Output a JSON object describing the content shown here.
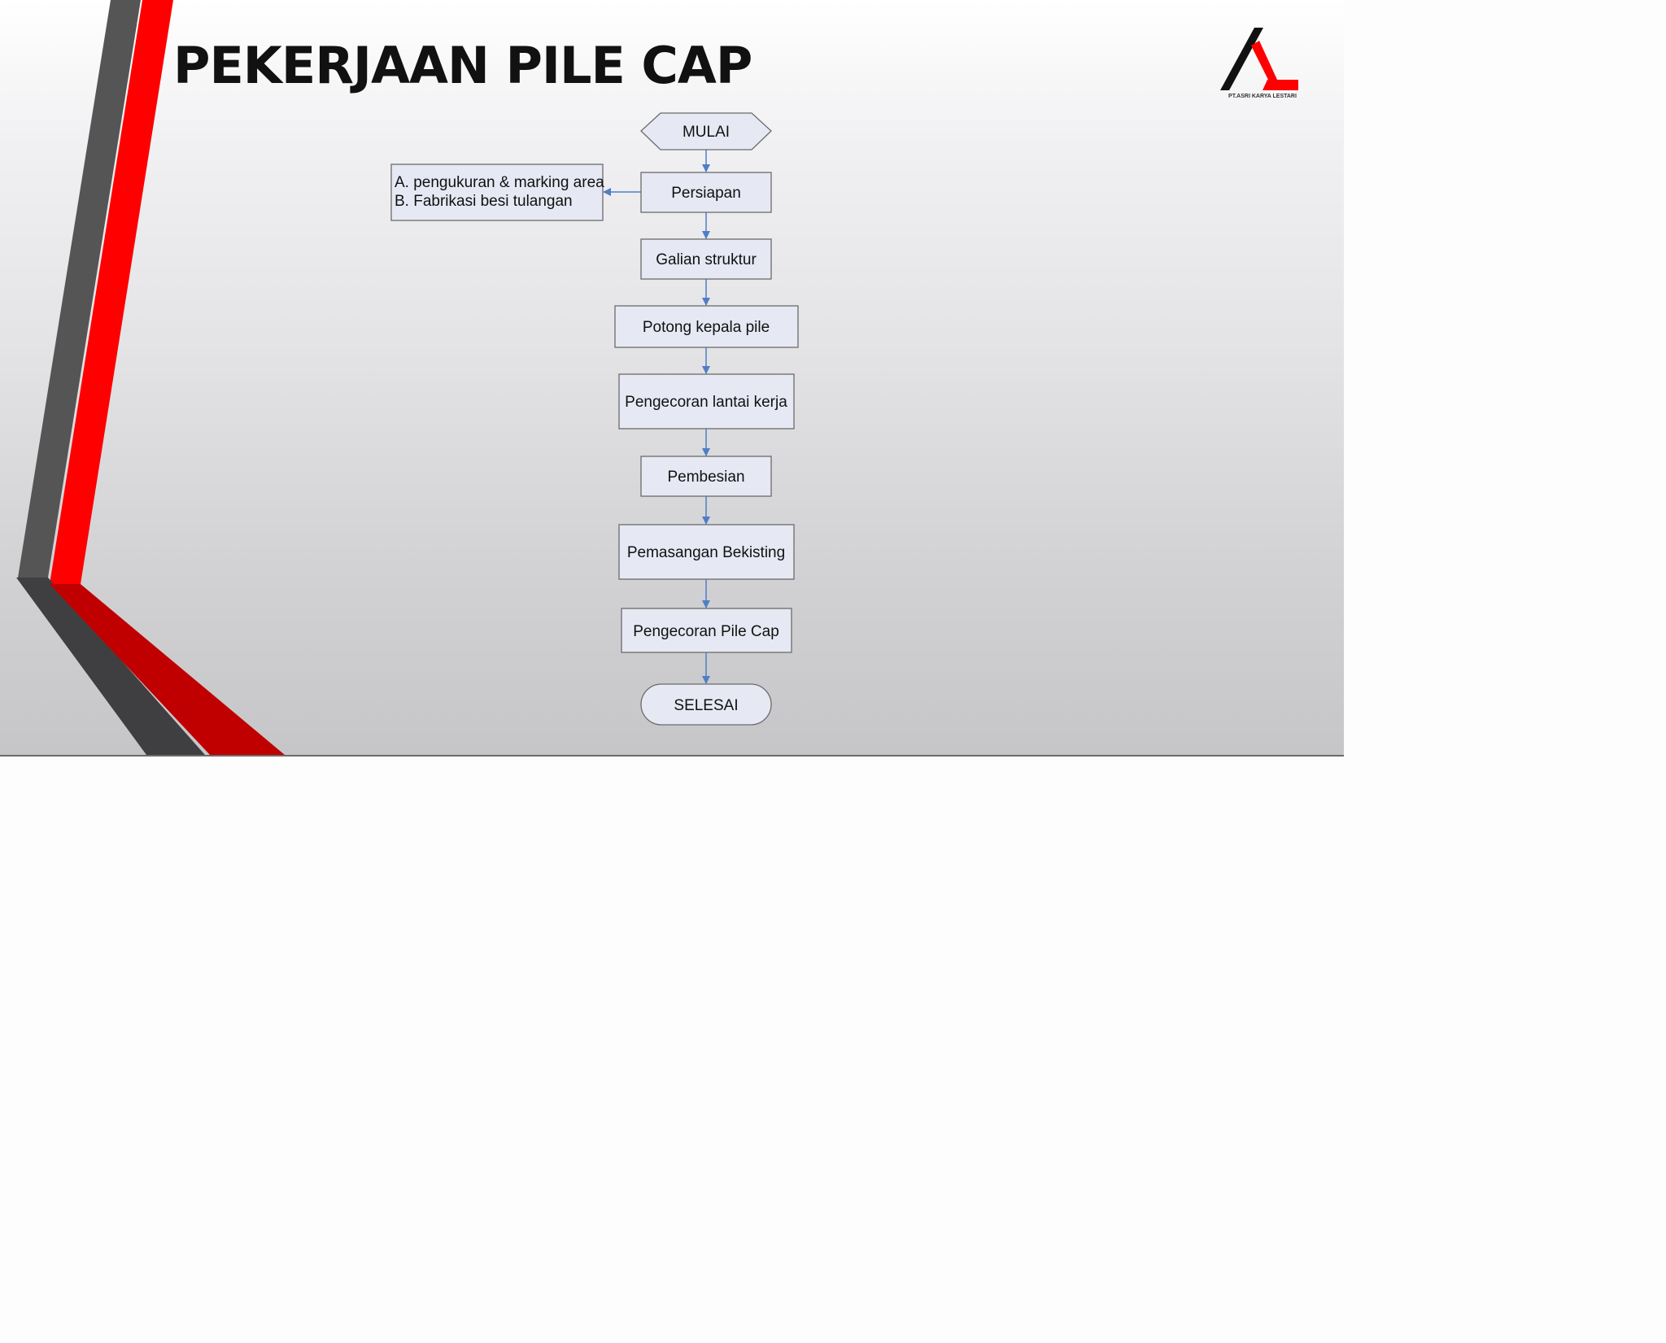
{
  "slide": {
    "title": "PEKERJAAN PILE CAP"
  },
  "logo": {
    "caption": "PT.ASRI KARYA LESTARI"
  },
  "flowchart": {
    "start": "MULAI",
    "steps": [
      "Persiapan",
      "Galian struktur",
      "Potong kepala pile",
      "Pengecoran lantai kerja",
      "Pembesian",
      "Pemasangan Bekisting",
      "Pengecoran Pile Cap"
    ],
    "side_note": [
      "A. pengukuran & marking area",
      "B. Fabrikasi besi tulangan"
    ],
    "end": "SELESAI"
  },
  "colors": {
    "box_fill": "#e6e9f4",
    "box_stroke": "#6b6b6b",
    "connector": "#4f7ec4",
    "stripe_red": "#ff0000",
    "stripe_dark_red": "#c00000",
    "stripe_grey": "#555555"
  }
}
